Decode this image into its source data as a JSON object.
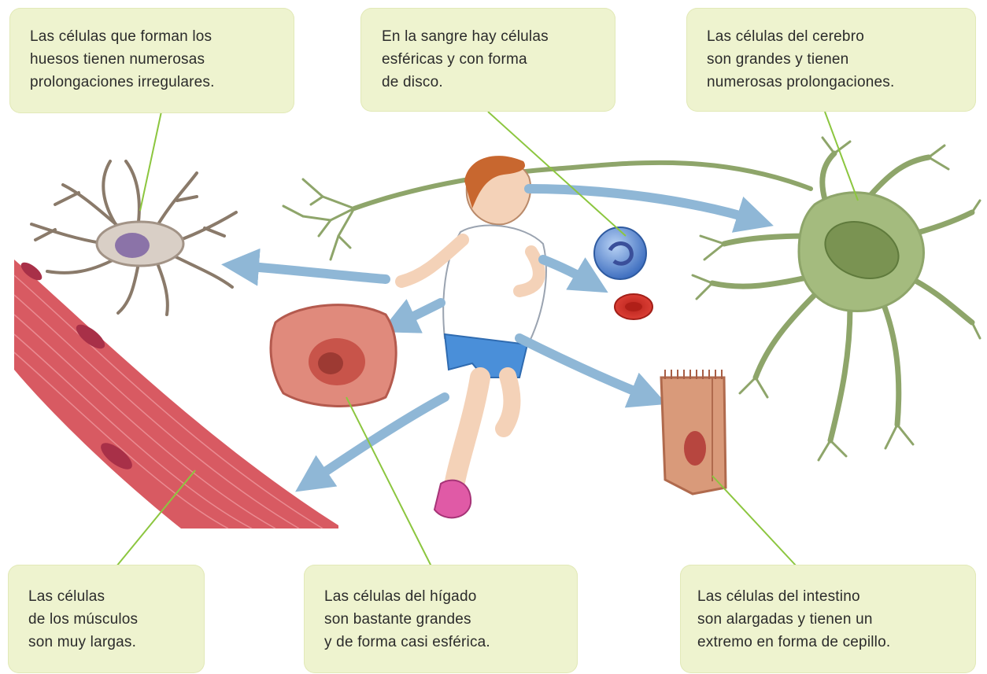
{
  "callouts": {
    "bone": "Las células que forman los\nhuesos tienen numerosas\nprolongaciones irregulares.",
    "blood": "En la sangre hay células\nesféricas y con forma\nde disco.",
    "brain": "Las células del cerebro\nson grandes y tienen\nnumerosas prolongaciones.",
    "muscle": "Las células\nde los músculos\nson muy largas.",
    "liver": "Las células del hígado\nson bastante grandes\ny de forma casi esférica.",
    "gut": "Las células del intestino\nson alargadas y tienen un\nextremo en forma de cepillo."
  },
  "colors": {
    "callout_bg": "#eef3cf",
    "leader_line": "#8cc63f",
    "arrow": "#8fb7d6",
    "neuron": "#9fb57a",
    "muscle": "#d85a62",
    "liver": "#e08a7c",
    "blood_white": "#5d8fd6",
    "blood_red": "#d8382e",
    "intestine": "#d99a7a"
  }
}
